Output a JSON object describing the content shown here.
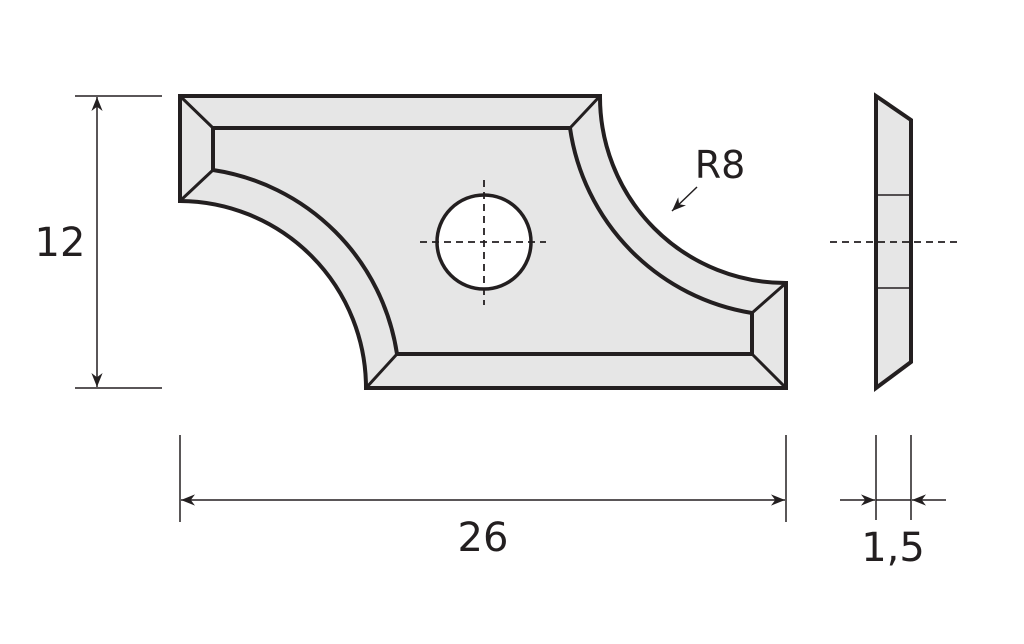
{
  "drawing": {
    "dimensions": {
      "height_label": "12",
      "width_label": "26",
      "radius_label": "R8",
      "thickness_label": "1,5"
    },
    "colors": {
      "outline": "#231f20",
      "fill": "#e6e6e6",
      "hole": "#ffffff"
    }
  }
}
